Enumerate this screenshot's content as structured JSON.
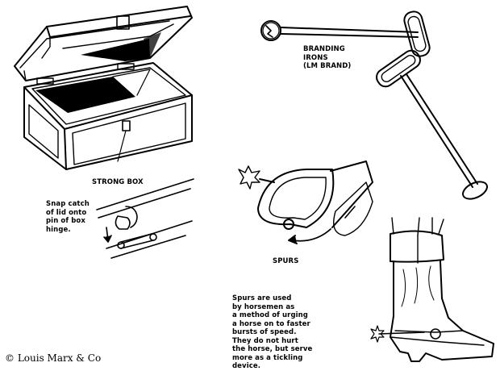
{
  "illustrations": {
    "strong_box": {
      "label": "STRONG BOX"
    },
    "hinge_detail": {
      "caption": [
        "Snap catch",
        "of lid onto",
        "pin of box",
        "hinge."
      ]
    },
    "branding_irons": {
      "label": [
        "BRANDING",
        "IRONS",
        "(LM BRAND)"
      ]
    },
    "spurs": {
      "label": "SPURS",
      "description": [
        "Spurs are used",
        "by horsemen as",
        "a method of urging",
        "a horse on to faster",
        "bursts of speed.",
        "They do not hurt",
        "the horse, but serve",
        "more as a tickling",
        "device."
      ]
    }
  },
  "footer": {
    "copyright": "© Louis Marx & Co"
  },
  "colors": {
    "ink": "#000000",
    "paper": "#ffffff"
  }
}
